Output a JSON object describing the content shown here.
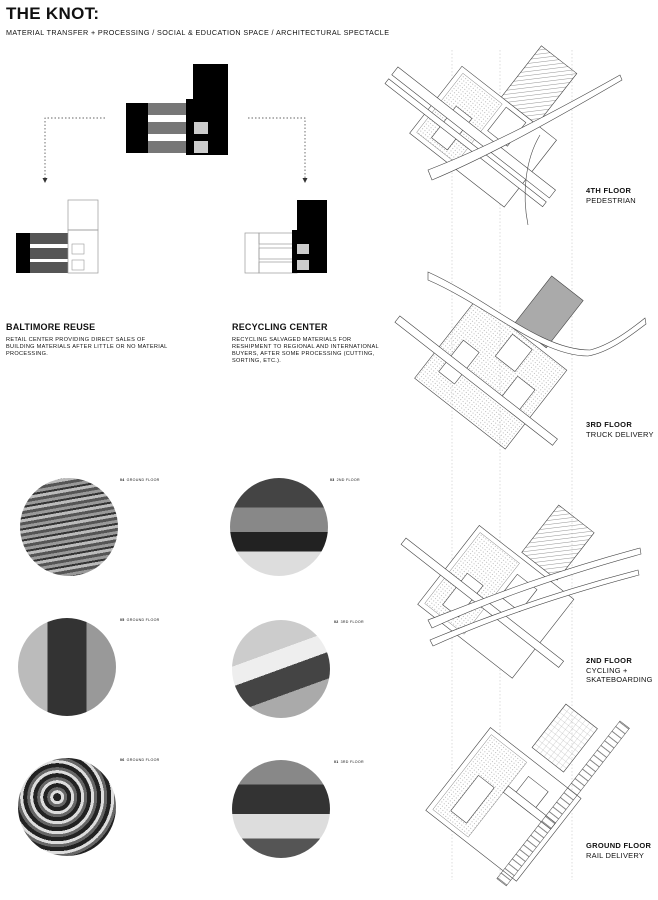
{
  "header": {
    "title": "THE KNOT:",
    "subtitle": "MATERIAL TRANSFER + PROCESSING / SOCIAL & EDUCATION SPACE / ARCHITECTURAL SPECTACLE"
  },
  "sections": [
    {
      "title": "BALTIMORE REUSE",
      "text": "RETAIL CENTER PROVIDING DIRECT SALES OF BUILDING MATERIALS AFTER LITTLE OR NO MATERIAL PROCESSING."
    },
    {
      "title": "RECYCLING CENTER",
      "text": "RECYCLING SALVAGED MATERIALS FOR RESHIPMENT TO REGIONAL AND INTERNATIONAL BUYERS, AFTER SOME PROCESSING (CUTTING, SORTING, ETC.)."
    }
  ],
  "photos": [
    {
      "num": "04",
      "label": "GROUND FLOOR"
    },
    {
      "num": "03",
      "label": "2ND FLOOR"
    },
    {
      "num": "05",
      "label": "GROUND FLOOR"
    },
    {
      "num": "02",
      "label": "3RD FLOOR"
    },
    {
      "num": "06",
      "label": "GROUND FLOOR"
    },
    {
      "num": "01",
      "label": "3RD FLOOR"
    }
  ],
  "floors": [
    {
      "title": "4TH FLOOR",
      "sub": "PEDESTRIAN"
    },
    {
      "title": "3RD FLOOR",
      "sub": "TRUCK DELIVERY"
    },
    {
      "title": "2ND FLOOR",
      "sub": "CYCLING +\nSKATEBOARDING"
    },
    {
      "title": "GROUND FLOOR",
      "sub": "RAIL DELIVERY"
    }
  ]
}
